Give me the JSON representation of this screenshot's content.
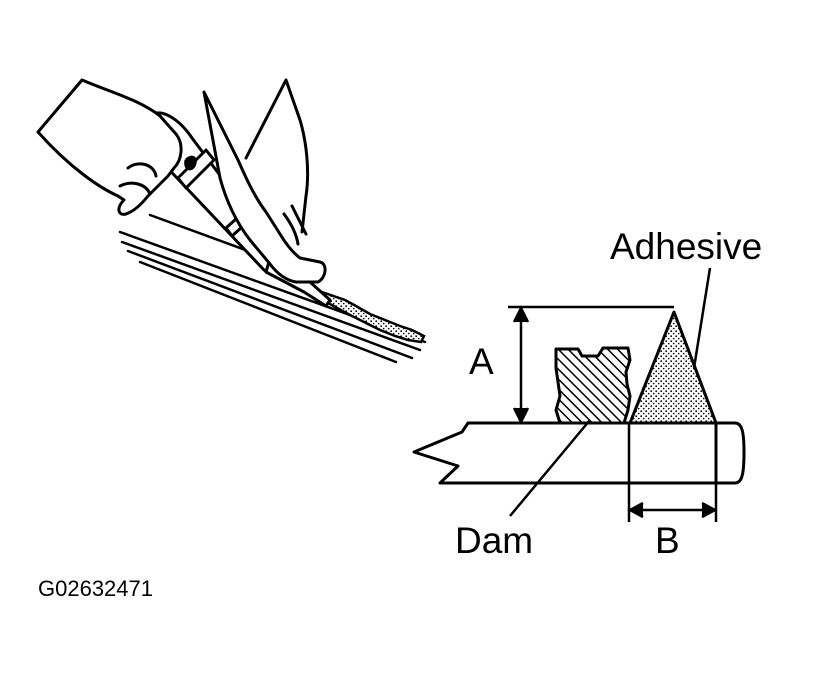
{
  "labels": {
    "adhesive": "Adhesive",
    "dimension_a": "A",
    "dimension_b": "B",
    "dam": "Dam",
    "figure_code": "G02632471"
  }
}
